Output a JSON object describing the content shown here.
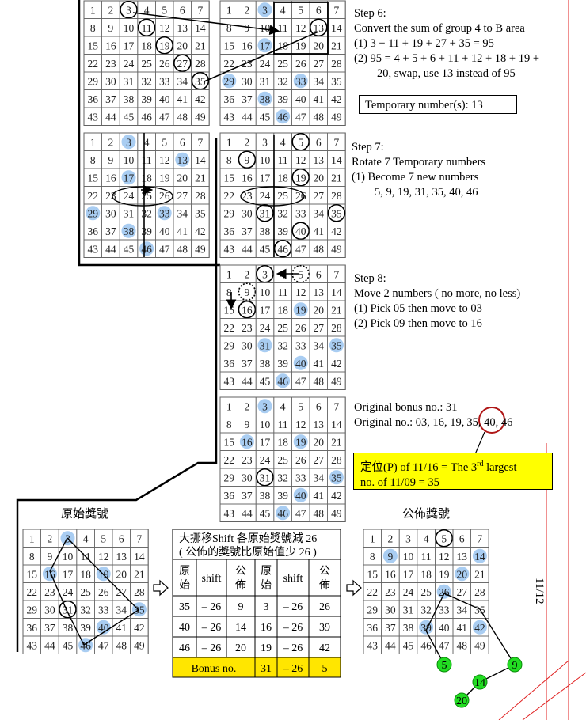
{
  "step6": {
    "title": "Step 6:",
    "line1": "Convert the sum of group 4 to B area",
    "line2": "(1) 3 + 11 + 19 + 27 + 35 = 95",
    "line3": "(2) 95 = 4 + 5 + 6 + 11 + 12 + 18 + 19 +",
    "line4": "20, swap, use 13 instead of 95",
    "temp_label": "Temporary number(s):  13"
  },
  "step7": {
    "title": "Step 7:",
    "line1": "Rotate 7 Temporary numbers",
    "line2": "(1) Become 7 new numbers",
    "line3": "5, 9, 19, 31, 35, 40, 46"
  },
  "step8": {
    "title": "Step 8:",
    "line1": "Move 2 numbers ( no more, no less)",
    "line2": "(1)  Pick 05 then move to 03",
    "line3": "(2)  Pick 09 then move to 16"
  },
  "original": {
    "bonus_line": "Original bonus no.:  31",
    "numbers_prefix": "Original no.:  03, 16, 19,",
    "highlight_no": "35",
    "numbers_suffix": ", 40, 46"
  },
  "position_note": {
    "line1": "定位(P) of 11/16 = The 3rd largest",
    "line2": "no. of 11/09 = 35"
  },
  "labels": {
    "original_draw": "原始獎號",
    "announced_draw": "公佈獎號",
    "date_label": "11/12",
    "shift_title_line1": "大挪移Shift 各原始獎號減 26",
    "shift_title_line2": "( 公佈的獎號比原始值少 26 )"
  },
  "shift_table": {
    "headers": [
      "原始",
      "shift",
      "公佈",
      "原始",
      "shift",
      "公佈"
    ],
    "rows": [
      [
        "35",
        "– 26",
        "9",
        "3",
        "– 26",
        "26"
      ],
      [
        "40",
        "– 26",
        "14",
        "16",
        "– 26",
        "39"
      ],
      [
        "46",
        "– 26",
        "20",
        "19",
        "– 26",
        "42"
      ]
    ],
    "bonus_row": [
      "Bonus no.",
      "31",
      "– 26",
      "5"
    ]
  },
  "grids": {
    "g1": {
      "blue": [],
      "circles": [
        3,
        11,
        19,
        27,
        35
      ]
    },
    "g2": {
      "blue": [
        3,
        17,
        29,
        33,
        38,
        46
      ],
      "circles": [
        13
      ]
    },
    "g3": {
      "blue": [
        3,
        13,
        17,
        29,
        33,
        38,
        46
      ],
      "circles": []
    },
    "g4": {
      "blue": [],
      "circles": [
        5,
        9,
        19,
        31,
        35,
        40,
        46
      ]
    },
    "g5": {
      "blue": [
        19,
        31,
        35,
        40,
        46
      ],
      "circles": [
        3,
        16
      ],
      "dotted": [
        5,
        9
      ]
    },
    "g6": {
      "blue": [
        3,
        16,
        19,
        35,
        40,
        46
      ],
      "circles": [
        31
      ]
    },
    "g7": {
      "blue": [
        3,
        16,
        19,
        35,
        40,
        46
      ],
      "circles": [
        31
      ]
    },
    "g8": {
      "blue": [
        9,
        14,
        20,
        26,
        39,
        42
      ],
      "circles": [
        5
      ]
    }
  },
  "green_balls": [
    "5",
    "9",
    "14",
    "20"
  ],
  "colors": {
    "highlight_blue": "#a9cdf2",
    "note_yellow": "#ffff00",
    "bonus_yellow": "#ffe600",
    "red_line": "#e02020",
    "dark_red_circle": "#b01818",
    "green_ball": "#22dd22"
  }
}
